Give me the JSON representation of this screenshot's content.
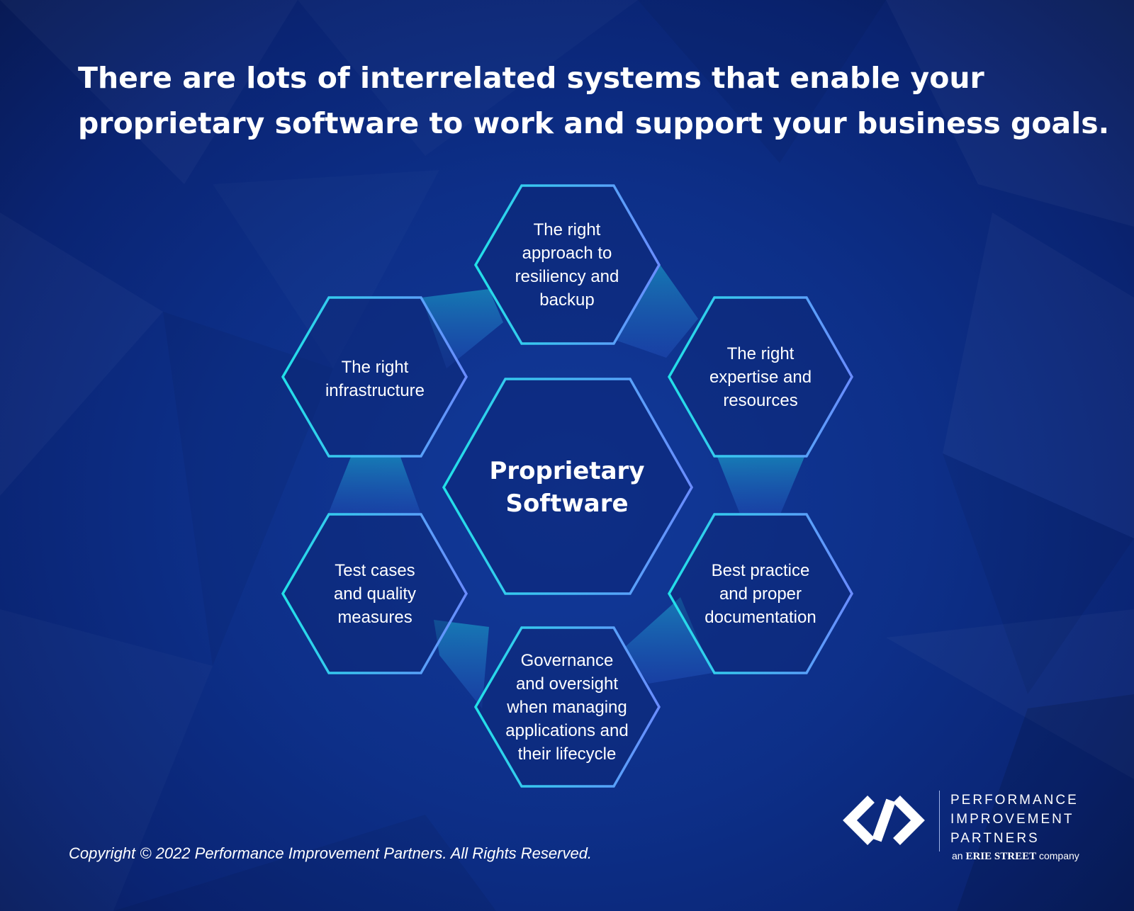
{
  "colors": {
    "background": "#0d2f88",
    "hex_stroke_start": "#22e0e8",
    "hex_stroke_end": "#6a8cff",
    "hex_fill": "#0b2574",
    "connector": "#1aa6c8"
  },
  "headline": {
    "line1": "There are lots of interrelated systems that enable your",
    "line2": "proprietary software to work and support your business goals."
  },
  "diagram": {
    "center": {
      "line1": "Proprietary",
      "line2": "Software"
    },
    "nodes": [
      {
        "id": "resiliency",
        "lines": [
          "The right",
          "approach to",
          "resiliency and",
          "backup"
        ]
      },
      {
        "id": "expertise",
        "lines": [
          "The right",
          "expertise and",
          "resources"
        ]
      },
      {
        "id": "documentation",
        "lines": [
          "Best practice",
          "and proper",
          "documentation"
        ]
      },
      {
        "id": "governance",
        "lines": [
          "Governance",
          "and oversight",
          "when managing",
          "applications and",
          "their lifecycle"
        ]
      },
      {
        "id": "testing",
        "lines": [
          "Test cases",
          "and quality",
          "measures"
        ]
      },
      {
        "id": "infrastructure",
        "lines": [
          "The right",
          "infrastructure"
        ]
      }
    ]
  },
  "footer": {
    "copyright": "Copyright © 2022 Performance Improvement Partners. All Rights Reserved."
  },
  "logo": {
    "icon": "pip-chain-logo-icon",
    "line1": "PERFORMANCE",
    "line2": "IMPROVEMENT",
    "line3": "PARTNERS",
    "parent_prefix": "an",
    "parent_name": "ERIE STREET",
    "parent_suffix": "company"
  }
}
